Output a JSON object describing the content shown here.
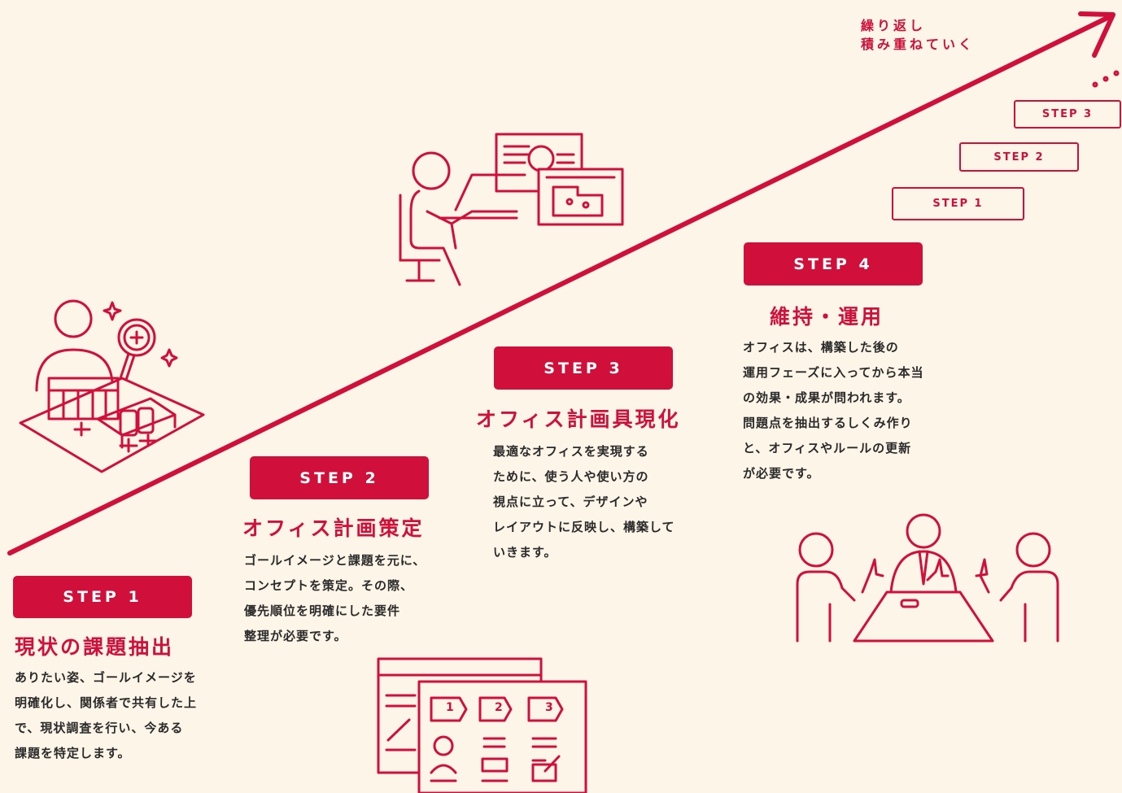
{
  "repeat_label": {
    "line1": "繰り返し",
    "line2": "積み重ねていく"
  },
  "mini_steps": [
    "STEP 3",
    "STEP 2",
    "STEP 1"
  ],
  "steps": [
    {
      "badge": "STEP 1",
      "title": "現状の課題抽出",
      "desc": [
        "ありたい姿、ゴールイメージを",
        "明確化し、関係者で共有した上",
        "で、現状調査を行い、今ある",
        "課題を特定します。"
      ]
    },
    {
      "badge": "STEP 2",
      "title": "オフィス計画策定",
      "desc": [
        "ゴールイメージと課題を元に、",
        "コンセプトを策定。その際、",
        "優先順位を明確にした要件",
        "整理が必要です。"
      ]
    },
    {
      "badge": "STEP 3",
      "title": "オフィス計画具現化",
      "desc": [
        "最適なオフィスを実現する",
        "ために、使う人や使い方の",
        "視点に立って、デザインや",
        "レイアウトに反映し、構築して",
        "いきます。"
      ]
    },
    {
      "badge": "STEP 4",
      "title": "維持・運用",
      "desc": [
        "オフィスは、構築した後の",
        "運用フェーズに入ってから本当",
        "の効果・成果が問われます。",
        "問題点を抽出するしくみ作り",
        "と、オフィスやルールの更新",
        "が必要です。"
      ]
    }
  ],
  "plan_icon_numbers": [
    "1",
    "2",
    "3"
  ],
  "colors": {
    "accent": "#d0103a",
    "background": "#fdf5e8",
    "text": "#2a2a2a"
  }
}
